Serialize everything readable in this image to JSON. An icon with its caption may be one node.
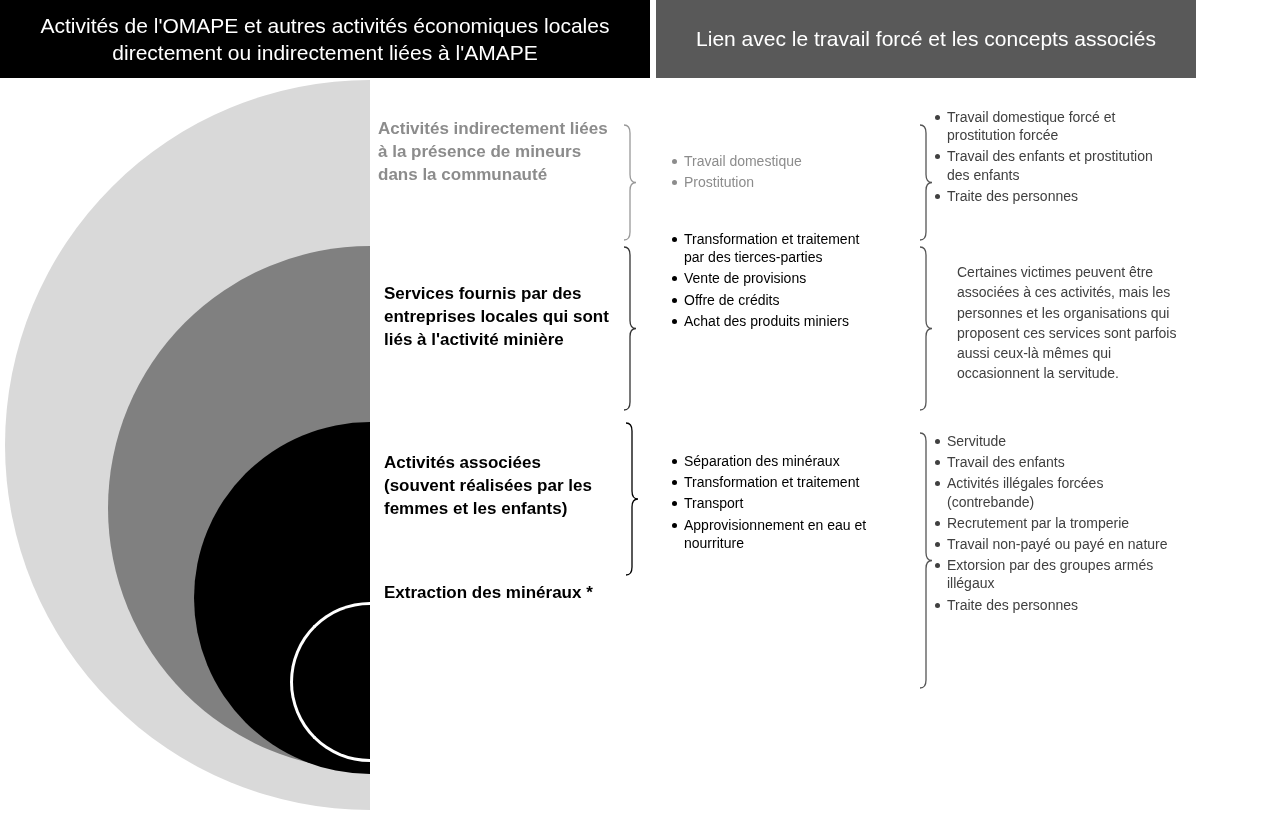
{
  "diagram": {
    "nodes": [
      {
        "text": [
          "Activités de l'OMAPE et autres activités économiques locales directement ou indirectement liées à l'AMAPE"
        ]
      },
      {
        "text": [
          "Lien avec le travail forcé et les concepts associés"
        ]
      },
      {
        "text": [
          "Activités indirectement liées à la présence de mineurs dans la communauté"
        ]
      },
      {
        "text": [
          "Services fournis par des entreprises locales qui sont liés à l'activité minière"
        ],
        "in": 2
      },
      {
        "text": [
          "Activités associées (souvent réalisées par les femmes et les enfants)"
        ],
        "in": 3
      },
      {
        "text": [
          "Extraction des minéraux *"
        ],
        "in": 4
      }
    ],
    "edges": [],
    "labels": [
      "Travail domestique",
      "Prostitution",
      "Travail domestique forcé et prostitution forcée",
      "Travail des enfants et prostitution des enfants",
      "Traite des personnes",
      "Transformation et traitement par des tierces-parties",
      "Vente de provisions",
      "Offre de crédits",
      "Achat des produits miniers",
      "Certaines victimes peuvent être associées à ces activités, mais les personnes et les organisations qui proposent ces services sont parfois aussi ceux-là mêmes qui occasionnent la servitude.",
      "Séparation des minéraux",
      "Transformation et traitement",
      "Transport",
      "Approvisionnement en eau et nourriture",
      "Servitude",
      "Travail des enfants",
      "Activités illégales forcées (contrebande)",
      "Recrutement par la tromperie",
      "Travail non-payé ou payé en nature",
      "Extorsion par des groupes armés illégaux",
      "Traite des personnes"
    ]
  }
}
